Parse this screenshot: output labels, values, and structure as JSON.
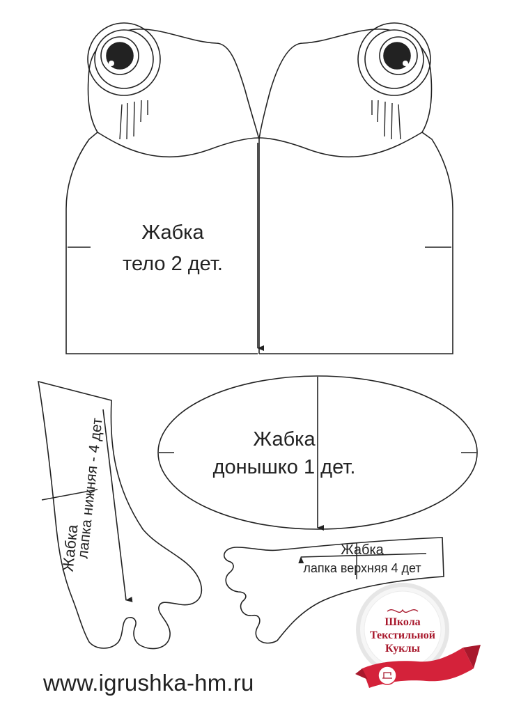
{
  "body_piece": {
    "line1": "Жабка",
    "line2": "тело 2 дет."
  },
  "bottom_piece": {
    "line1": "Жабка",
    "line2": "донышко 1 дет."
  },
  "lower_leg_piece": {
    "line1": "Жабка",
    "line2": "лапка нижняя - 4 дет"
  },
  "upper_leg_piece": {
    "line1": "Жабка",
    "line2": "лапка верхняя 4 дет"
  },
  "logo": {
    "line1": "Школа",
    "line2": "Текстильной",
    "line3": "Куклы",
    "colors": {
      "ribbon": "#d4223a",
      "text": "#a8182c",
      "ring": "#e6e6e6"
    }
  },
  "footer": {
    "website": "www.igrushka-hm.ru"
  }
}
